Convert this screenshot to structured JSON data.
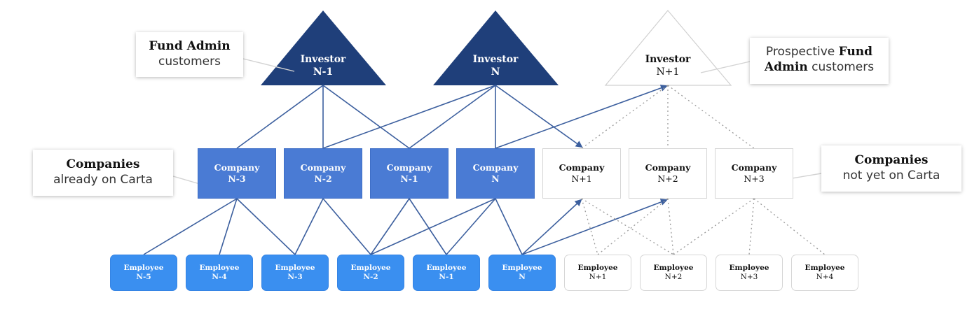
{
  "colors": {
    "investor_filled": "#1f3f7a",
    "company_filled": "#4a7bd4",
    "employee_filled": "#3a8ff0",
    "edge": "#3c5f9e",
    "dotted_edge": "#9a9a9a",
    "outline": "#d6d6d6"
  },
  "investors": [
    {
      "title": "Investor",
      "sub": "N-1"
    },
    {
      "title": "Investor",
      "sub": "N"
    },
    {
      "title": "Investor",
      "sub": "N+1"
    }
  ],
  "companies": [
    {
      "title": "Company",
      "sub": "N-3"
    },
    {
      "title": "Company",
      "sub": "N-2"
    },
    {
      "title": "Company",
      "sub": "N-1"
    },
    {
      "title": "Company",
      "sub": "N"
    },
    {
      "title": "Company",
      "sub": "N+1"
    },
    {
      "title": "Company",
      "sub": "N+2"
    },
    {
      "title": "Company",
      "sub": "N+3"
    }
  ],
  "employees": [
    {
      "title": "Employee",
      "sub": "N-5"
    },
    {
      "title": "Employee",
      "sub": "N-4"
    },
    {
      "title": "Employee",
      "sub": "N-3"
    },
    {
      "title": "Employee",
      "sub": "N-2"
    },
    {
      "title": "Employee",
      "sub": "N-1"
    },
    {
      "title": "Employee",
      "sub": "N"
    },
    {
      "title": "Employee",
      "sub": "N+1"
    },
    {
      "title": "Employee",
      "sub": "N+2"
    },
    {
      "title": "Employee",
      "sub": "N+3"
    },
    {
      "title": "Employee",
      "sub": "N+4"
    }
  ],
  "callouts": {
    "fund_admin": {
      "strong": "Fund Admin",
      "light": "customers"
    },
    "prospective": {
      "light": "Prospective ",
      "strong1": "Fund",
      "strong2": "Admin",
      "light2": " customers"
    },
    "companies_on": {
      "strong": "Companies",
      "light": "already on Carta"
    },
    "companies_not": {
      "strong": "Companies",
      "light": "not yet on Carta"
    }
  }
}
